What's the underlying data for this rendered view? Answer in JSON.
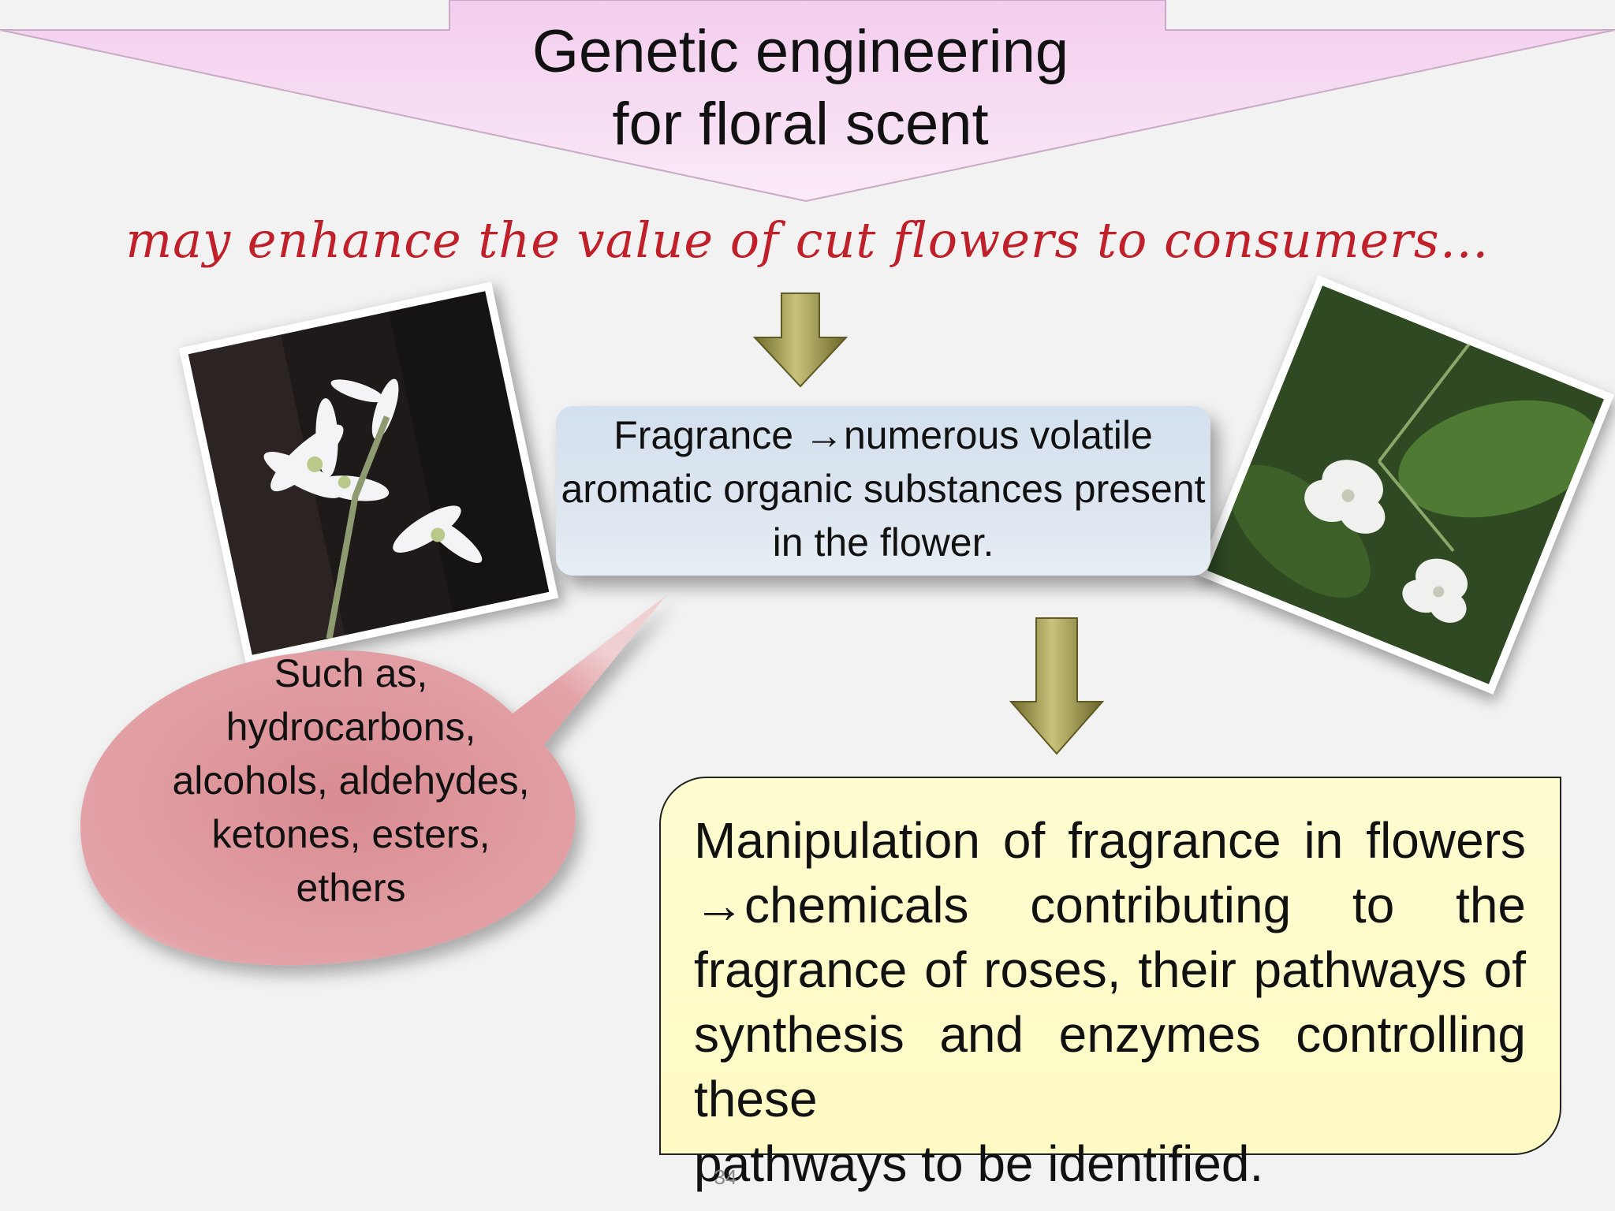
{
  "slide": {
    "title_line1": "Genetic engineering",
    "title_line2": "for floral scent",
    "tagline": "may enhance the value of cut flowers to consumers…",
    "definition": "Fragrance →numerous volatile aromatic organic substances present in the flower.",
    "bubble": "Such as, hydrocarbons, alcohols, aldehydes, ketones, esters, ethers",
    "conclusion_main": "Manipulation of fragrance in flowers →chemicals contributing to the fragrance of roses, their pathways of synthesis and enzymes controlling these",
    "conclusion_last": "pathways to be identified.",
    "page_number": "34"
  },
  "colors": {
    "banner": "#f7dcf2",
    "tagline": "#c0202a",
    "definition_box": "#dbe5f0",
    "bubble": "#d98e93",
    "conclusion_box": "#fdfac8",
    "arrow": "#8e8a3c"
  }
}
